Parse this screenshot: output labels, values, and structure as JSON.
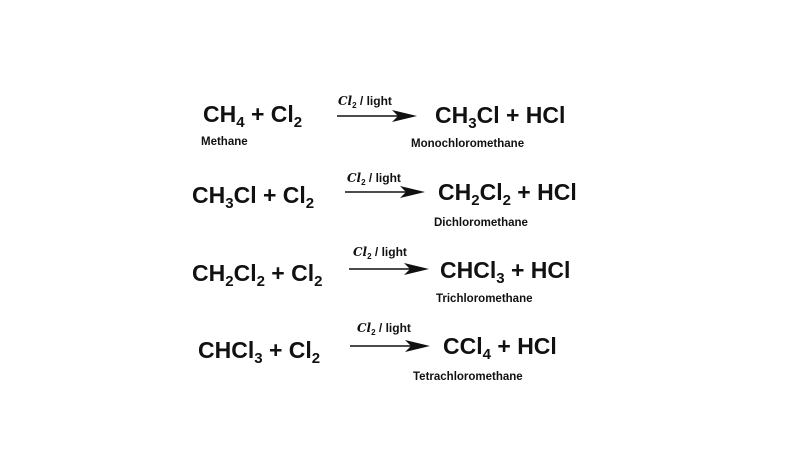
{
  "reactions": [
    {
      "reactant_a": "CH",
      "reactant_a_sub": "4",
      "plus_1": " + ",
      "reactant_b": "Cl",
      "reactant_b_sub": "2",
      "reactant_name": "Methane",
      "condition_cl": "Cl",
      "condition_cl_sub": "2",
      "condition_text": " / light",
      "product": "CH",
      "product_sub": "3",
      "product_tail": "Cl",
      "plus_2": " + ",
      "byproduct": "HCl",
      "product_name": "Monochloromethane"
    },
    {
      "reactant_a": "CH",
      "reactant_a_sub": "3",
      "reactant_a_tail": "Cl",
      "plus_1": " + ",
      "reactant_b": "Cl",
      "reactant_b_sub": "2",
      "condition_cl": "Cl",
      "condition_cl_sub": "2",
      "condition_text": " / light",
      "product": "CH",
      "product_sub": "2",
      "product_tail": "Cl",
      "product_tail_sub": "2",
      "plus_2": " + ",
      "byproduct": "HCl",
      "product_name": "Dichloromethane"
    },
    {
      "reactant_a": "CH",
      "reactant_a_sub": "2",
      "reactant_a_tail": "Cl",
      "reactant_a_tail_sub": "2",
      "plus_1": " + ",
      "reactant_b": "Cl",
      "reactant_b_sub": "2",
      "condition_cl": "Cl",
      "condition_cl_sub": "2",
      "condition_text": " / light",
      "product": "CHCl",
      "product_sub": "3",
      "plus_2": " + ",
      "byproduct": "HCl",
      "product_name": "Trichloromethane"
    },
    {
      "reactant_a": "CHCl",
      "reactant_a_sub": "3",
      "plus_1": " + ",
      "reactant_b": "Cl",
      "reactant_b_sub": "2",
      "condition_cl": "Cl",
      "condition_cl_sub": "2",
      "condition_text": " / light",
      "product": "CCl",
      "product_sub": "4",
      "plus_2": " + ",
      "byproduct": "HCl",
      "product_name": "Tetrachloromethane"
    }
  ]
}
